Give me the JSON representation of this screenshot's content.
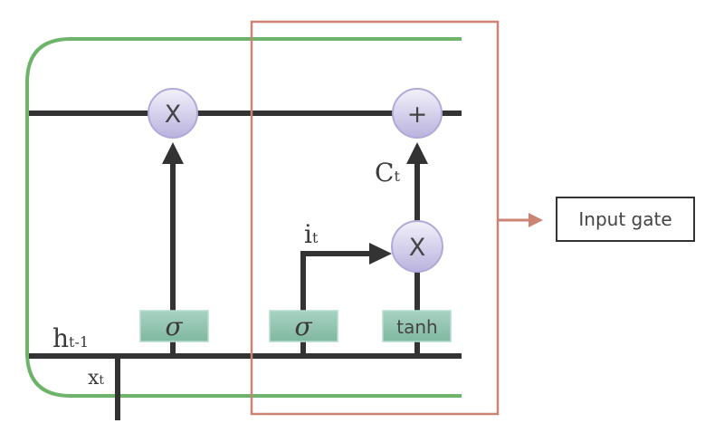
{
  "labels": {
    "h_prev": "h",
    "h_prev_sub": "t-1",
    "x_t": "x",
    "x_t_sub": "t",
    "c_t": "C",
    "c_t_sub": "t",
    "i_t": "i",
    "i_t_sub": "t"
  },
  "gates": {
    "forget_sigma": "σ",
    "input_sigma": "σ",
    "tanh": "tanh"
  },
  "ops": {
    "forget_multiply": "X",
    "input_multiply": "X",
    "add": "+"
  },
  "callout": "Input gate",
  "colors": {
    "green_outline": "#6db36a",
    "highlight_box": "#cd8373",
    "line": "#333333",
    "gate_fill": "#8cc3ad",
    "op_fill": "#c9c5e6"
  }
}
